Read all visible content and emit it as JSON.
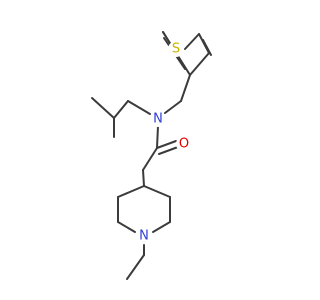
{
  "molecule": {
    "atoms": [
      {
        "label": "S",
        "color": "#c8b400"
      },
      {
        "label": "N",
        "color": "#2f3fd6"
      },
      {
        "label": "O",
        "color": "#e00000"
      },
      {
        "label": "N",
        "color": "#2f3fd6"
      }
    ],
    "bond_color": "#3b3b3b",
    "background": "#ffffff"
  }
}
